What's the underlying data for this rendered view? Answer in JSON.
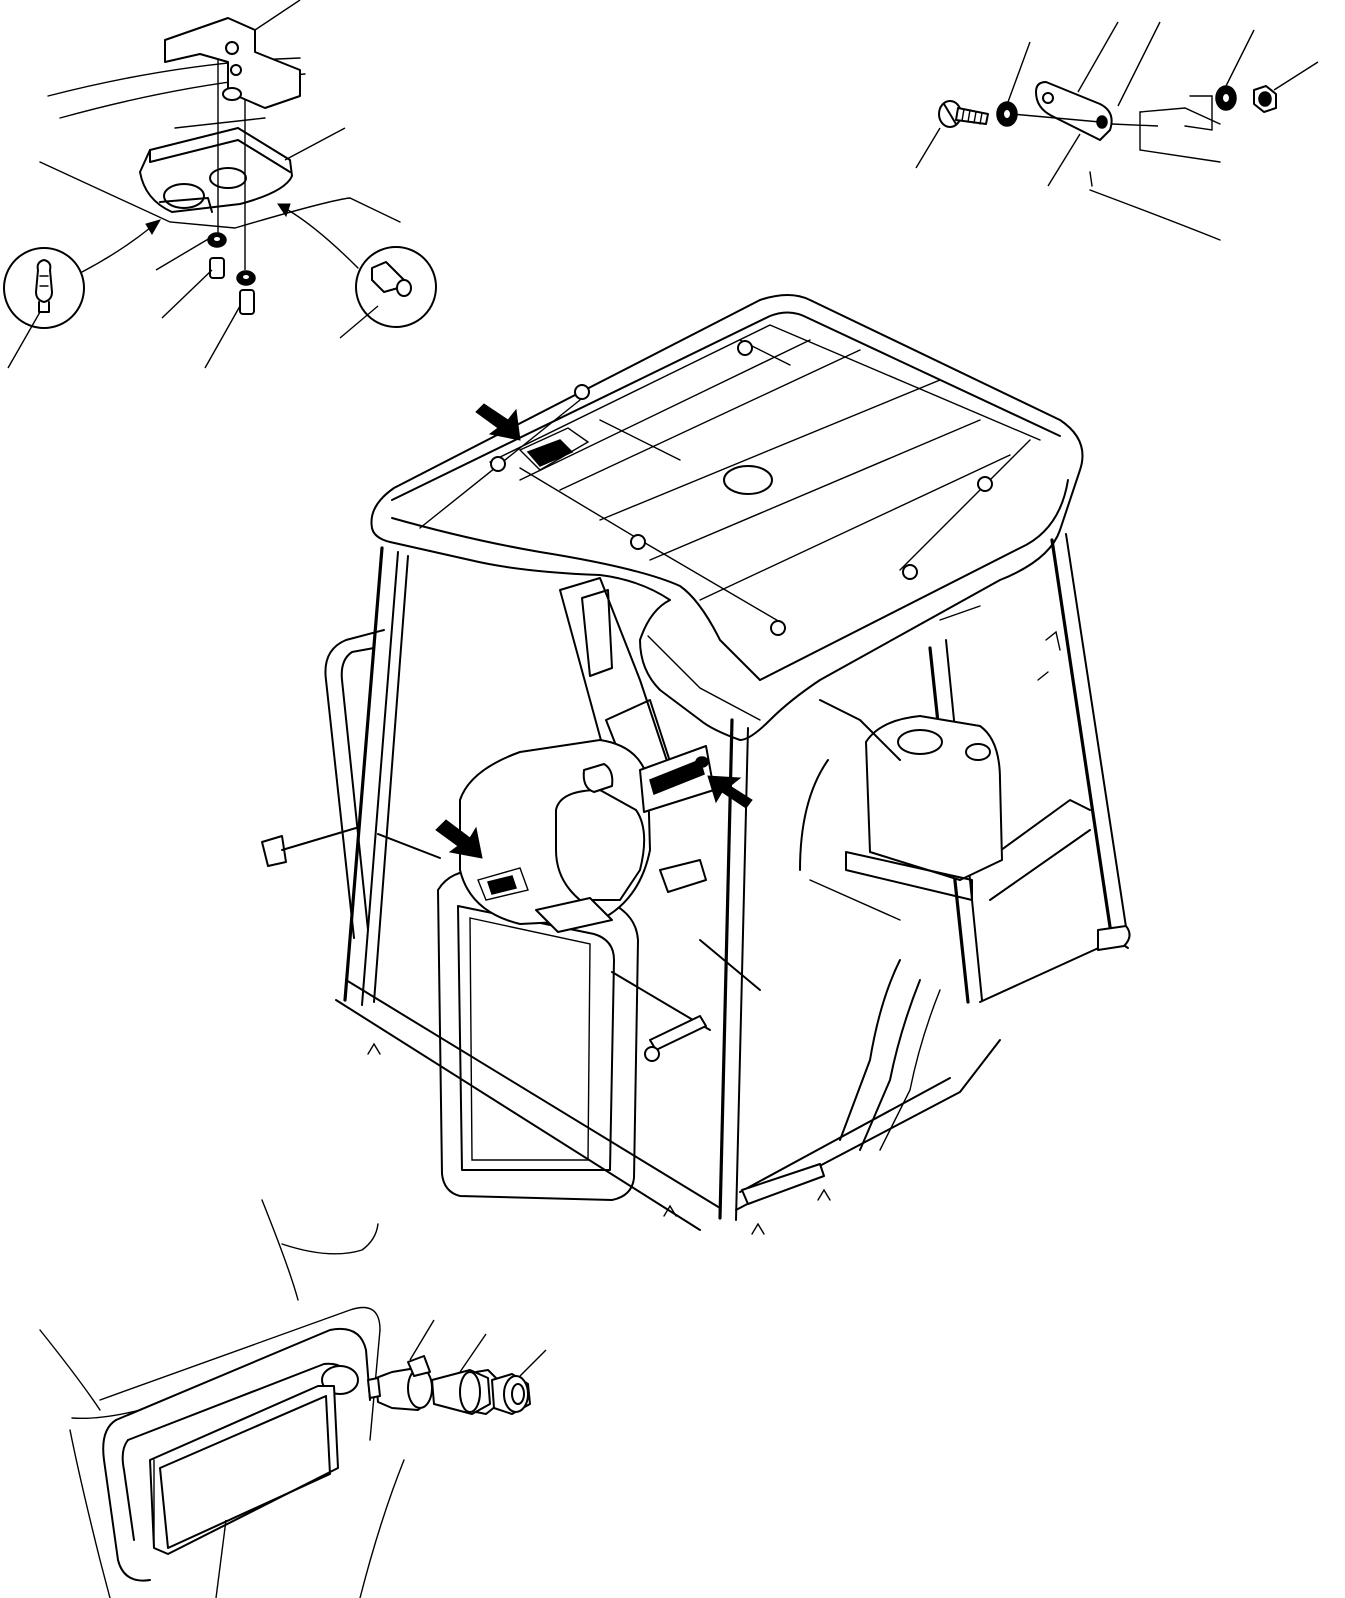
{
  "figure": {
    "title": "",
    "callout_count": 4,
    "colors": {
      "line": "#000000",
      "background": "#ffffff"
    }
  },
  "views": [
    {
      "id": "room-lamp-detail",
      "leaders": 11
    },
    {
      "id": "bracket-detail",
      "leaders": 8
    },
    {
      "id": "cab-assembly",
      "arrows": 4
    },
    {
      "id": "cigar-lighter-detail",
      "leaders": 4
    }
  ]
}
